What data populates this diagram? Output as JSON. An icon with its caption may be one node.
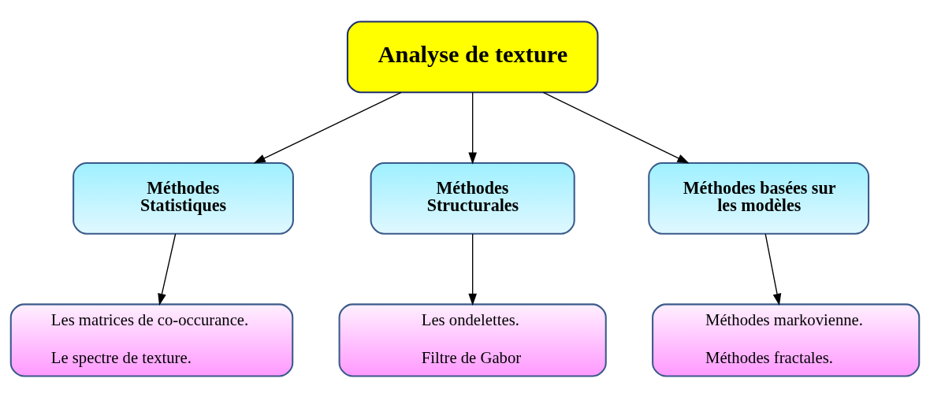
{
  "diagram": {
    "nodes": [
      {
        "text": [
          "Analyse de texture"
        ]
      },
      {
        "text": [
          "Méthodes Statistiques"
        ]
      },
      {
        "text": [
          "Méthodes Structurales"
        ]
      },
      {
        "text": [
          "Méthodes basées sur les modèles"
        ]
      },
      {
        "text": [
          "Les matrices de co-occurance.",
          "Le spectre de texture."
        ]
      },
      {
        "text": [
          "Les ondelettes.",
          "Filtre de Gabor"
        ]
      },
      {
        "text": [
          "Méthodes markovienne.",
          "Méthodes fractales."
        ]
      }
    ],
    "edges": [
      {
        "from": 0,
        "to": 1,
        "arrow": "to"
      },
      {
        "from": 0,
        "to": 2,
        "arrow": "to"
      },
      {
        "from": 0,
        "to": 3,
        "arrow": "to"
      },
      {
        "from": 1,
        "to": 4,
        "arrow": "to"
      },
      {
        "from": 2,
        "to": 5,
        "arrow": "to"
      },
      {
        "from": 3,
        "to": 6,
        "arrow": "to"
      }
    ]
  }
}
